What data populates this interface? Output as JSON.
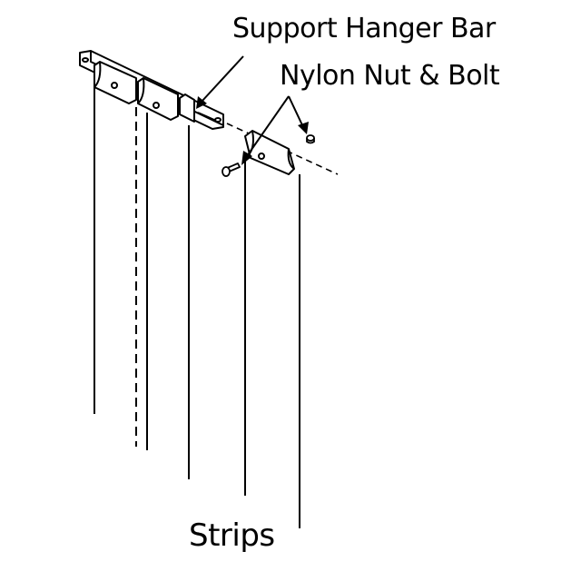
{
  "diagram": {
    "labels": {
      "support_hanger_bar": "Support Hanger Bar",
      "nylon_nut_bolt": "Nylon Nut & Bolt",
      "strips": "Strips"
    },
    "line_color": "#000000",
    "background": "#ffffff"
  }
}
